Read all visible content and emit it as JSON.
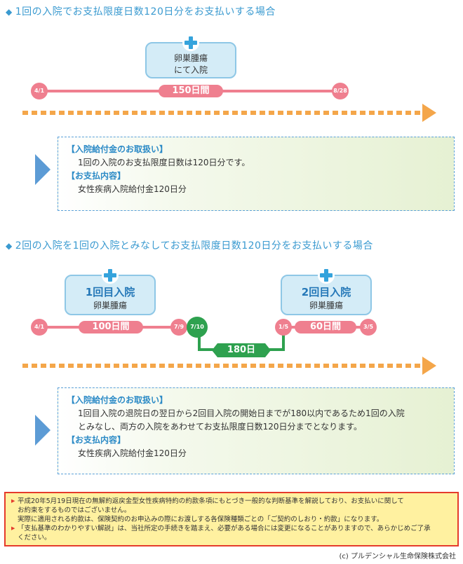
{
  "section1": {
    "title": "1回の入院でお支払限度日数120日分をお支払いする場合",
    "hospital": {
      "line1": "卵巣腫瘍",
      "line2": "にて入院"
    },
    "start": "4/1",
    "end": "8/28",
    "duration": "150日間",
    "info": {
      "heading1": "【入院給付金のお取扱い】",
      "body1": "1回の入院のお支払限度日数は120日分です。",
      "heading2": "【お支払内容】",
      "body2": "女性疾病入院給付金120日分"
    }
  },
  "section2": {
    "title": "2回の入院を1回の入院とみなしてお支払限度日数120日分をお支払いする場合",
    "hospital1": {
      "title": "1回目入院",
      "sub": "卵巣腫瘍"
    },
    "hospital2": {
      "title": "2回目入院",
      "sub": "卵巣腫瘍"
    },
    "stay1": {
      "start": "4/1",
      "end": "7/9",
      "duration": "100日間"
    },
    "gap": {
      "start": "7/10",
      "duration": "180日"
    },
    "stay2": {
      "start": "1/5",
      "end": "3/5",
      "duration": "60日間"
    },
    "info": {
      "heading1": "【入院給付金のお取扱い】",
      "body1a": "1回目入院の退院日の翌日から2回目入院の開始日までが180以内であるため1回の入院",
      "body1b": "とみなし、両方の入院をあわせてお支払限度日数120日分までとなります。",
      "heading2": "【お支払内容】",
      "body2": "女性疾病入院給付金120日分"
    }
  },
  "notice": {
    "item1a": "平成20年5月19日現在の無解約返戻金型女性疾病特約の約款条項にもとづき一般的な判断基準を解説しており、お支払いに関して",
    "item1b": "お約束をするものではございません。",
    "item1c": "実際に適用される約款は、保険契約のお申込みの際にお渡しする各保険種類ごとの「ご契約のしおり・約款」になります。",
    "item2a": "「支払基準のわかりやすい解説」は、当社所定の手続きを踏まえ、必要がある場合には変更になることがありますので、あらかじめご了承",
    "item2b": "ください。"
  },
  "copyright": "(c) プルデンシャル生命保険株式会社",
  "colors": {
    "accent": "#3a9ad0",
    "stay": "#ef7f8f",
    "gap": "#2ea14f",
    "arrow": "#f4a64a",
    "notice_border": "#e53b2c",
    "notice_bg": "#fff1a0"
  }
}
